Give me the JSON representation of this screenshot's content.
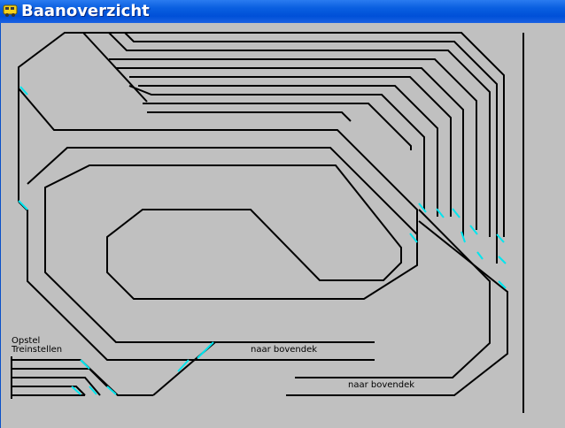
{
  "window": {
    "title": "Baanoverzicht",
    "icon": "train-icon",
    "colors": {
      "titlebar": "#0a5fe0",
      "background": "#c0c0c0",
      "track": "#000000",
      "switch": "#00e5ee"
    }
  },
  "labels": {
    "opstel_line1": "Opstel",
    "opstel_line2": "Treinstellen",
    "naar_bovendek_1": "naar bovendek",
    "naar_bovendek_2": "naar bovendek"
  }
}
